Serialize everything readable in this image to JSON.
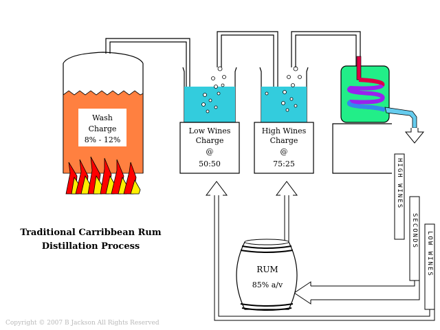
{
  "wash": {
    "line1": "Wash",
    "line2": "Charge",
    "line3": "8% - 12%"
  },
  "low_wines_still": {
    "line1": "Low  Wines",
    "line2": "Charge",
    "line3": "@",
    "line4": "50:50"
  },
  "high_wines_still": {
    "line1": "High  Wines",
    "line2": "Charge",
    "line3": "@",
    "line4": "75:25"
  },
  "rum_barrel": {
    "line1": "RUM",
    "line2": "85%  a/v"
  },
  "side_labels": {
    "high_wines": "HIGH WINES",
    "seconds": "SECONDS",
    "low_wines": "LOW WINES"
  },
  "title": {
    "line1": "Traditional Carribbean Rum",
    "line2": "Distillation Process"
  },
  "copyright": "Copyright © 2007 B Jackson All Rights Reserved",
  "colors": {
    "wash": "#ff8040",
    "liquid": "#33ccdd",
    "condenser": "#22ee88",
    "flame_red": "#ff0000",
    "flame_yellow": "#ffee00",
    "coil_red": "#dd0044",
    "coil_purple": "#9922ee",
    "coil_blue": "#3388ee",
    "pipe_out": "#66ccee"
  }
}
